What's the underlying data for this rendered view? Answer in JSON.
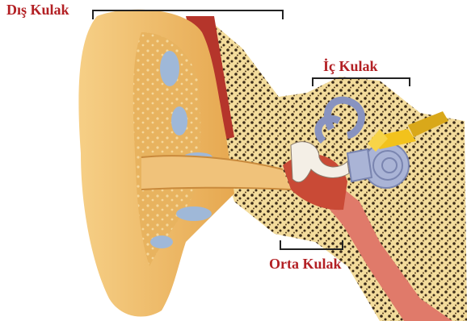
{
  "labels": {
    "outer_ear": "Dış Kulak",
    "inner_ear": "İç Kulak",
    "middle_ear": "Orta Kulak"
  },
  "colors": {
    "label": "#b32024",
    "bracket": "#222222",
    "skin": "#f2c172",
    "skin_dark": "#d99b45",
    "bone": "#f3dc9c",
    "bone_spots": "#3a2a18",
    "canal_red": "#b5352b",
    "cochlea": "#aab4d6",
    "nerve": "#e3b21c"
  }
}
